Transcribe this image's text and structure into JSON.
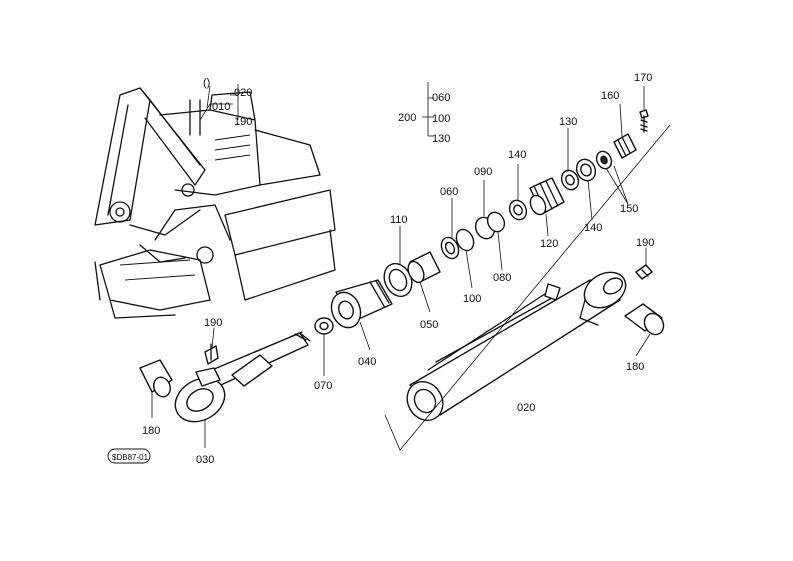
{
  "callouts": {
    "c010": "010",
    "c020_top": "020",
    "c190_top": "190",
    "c1paren": "()",
    "c060_grp": "060",
    "c100_grp": "100",
    "c130_grp": "130",
    "c200": "200",
    "c170": "170",
    "c160": "160",
    "c130": "130",
    "c140a": "140",
    "c090": "090",
    "c060": "060",
    "c110": "110",
    "c150": "150",
    "c140b": "140",
    "c120": "120",
    "c080": "080",
    "c100": "100",
    "c050": "050",
    "c190_right": "190",
    "c190_left": "190",
    "c070": "070",
    "c040": "040",
    "c180_right": "180",
    "c020": "020",
    "c180_left": "180",
    "c030": "030"
  },
  "figure_code": "$DB87-01"
}
